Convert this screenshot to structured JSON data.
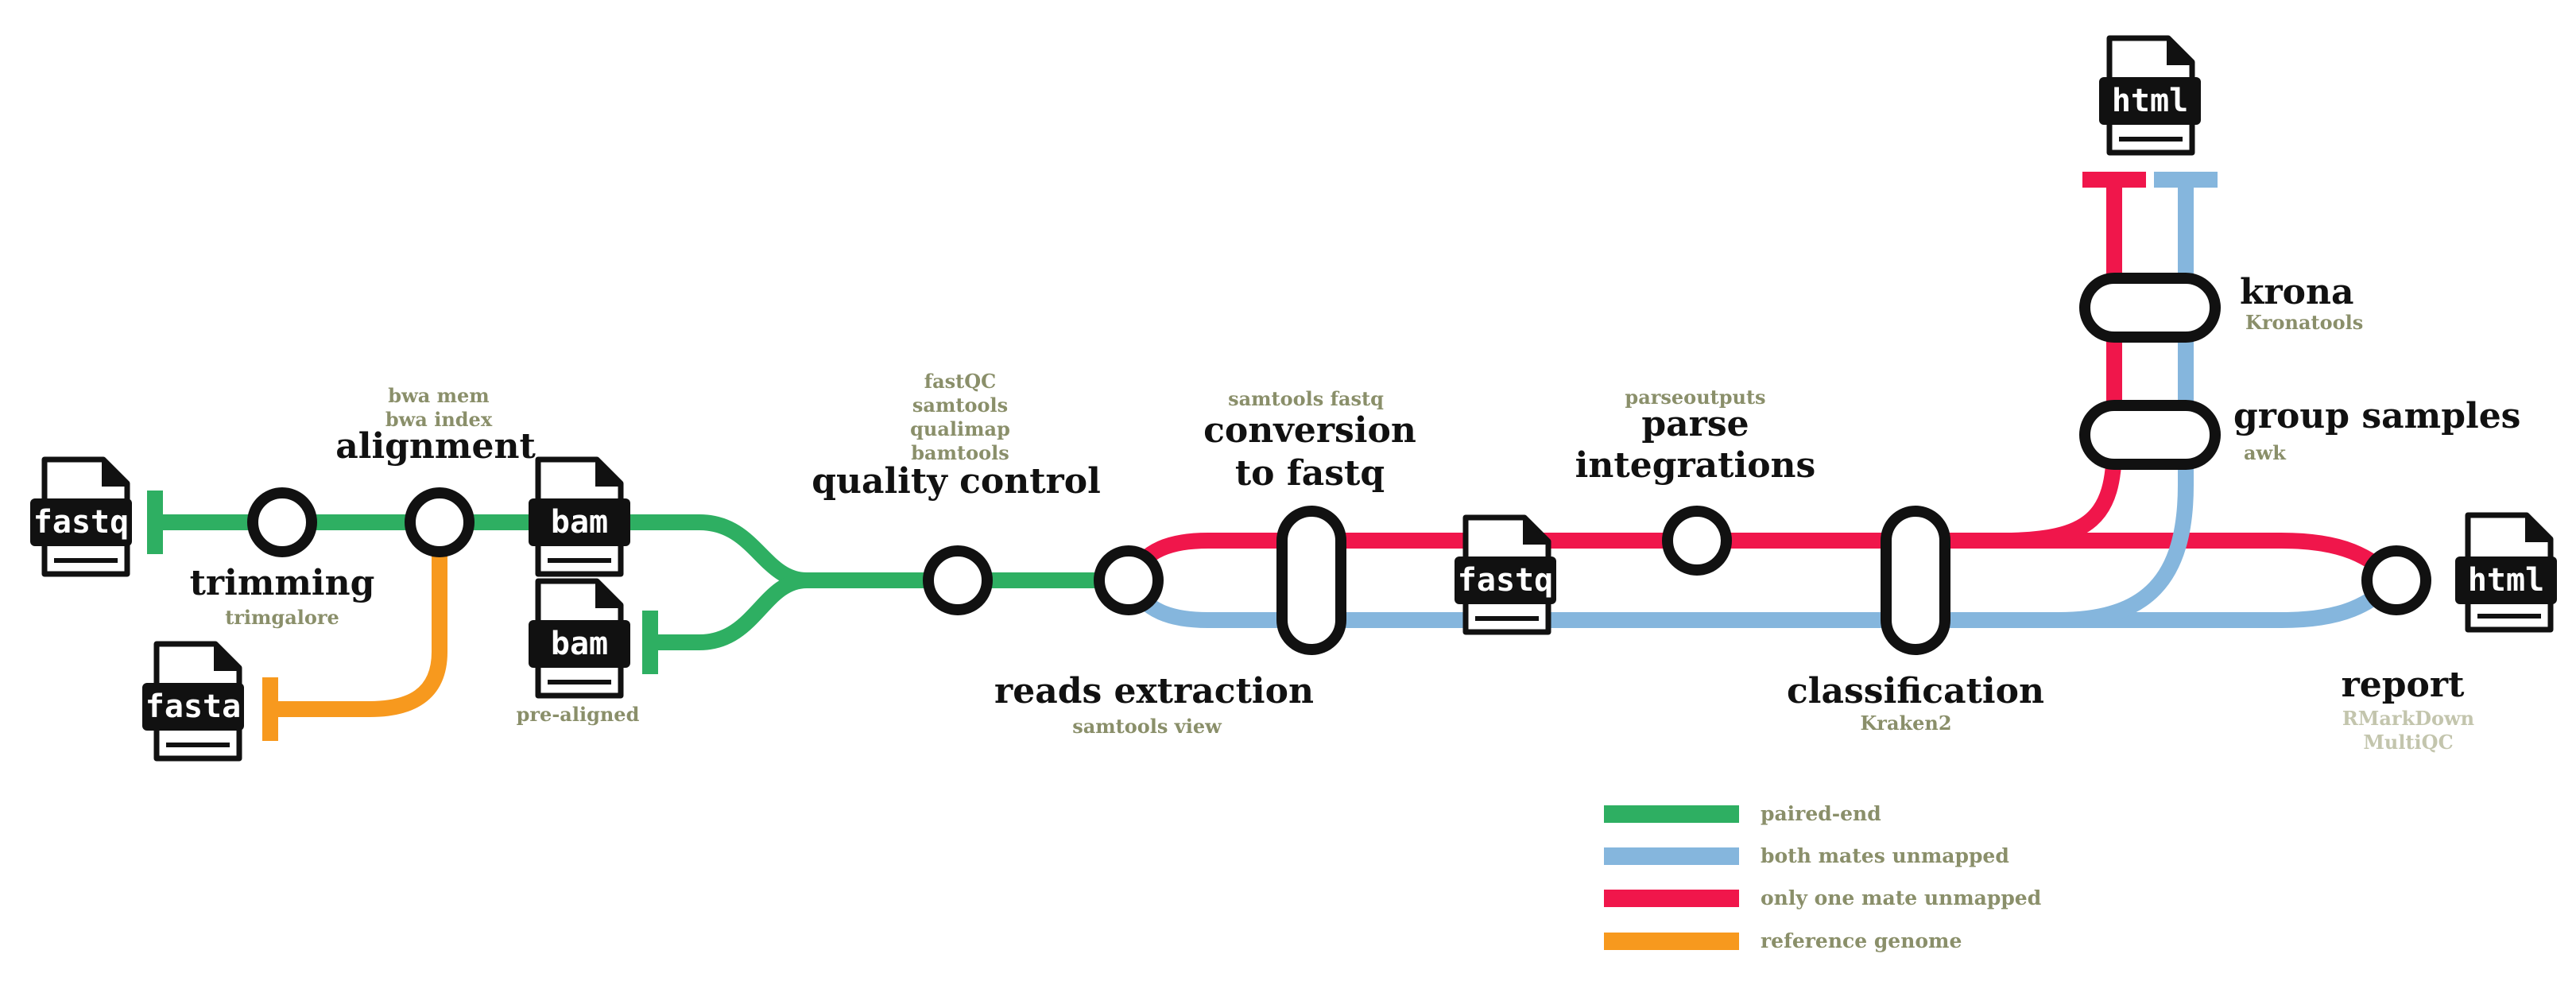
{
  "colors": {
    "paired_end": "#2eaf62",
    "both_unmapped": "#85b6dd",
    "one_unmapped": "#f0164b",
    "reference": "#f7991e",
    "text": "#111111",
    "sublabel": "#8a8f6a"
  },
  "steps": {
    "trimming": {
      "title": "trimming",
      "tool": "trimgalore"
    },
    "alignment": {
      "title": "alignment",
      "tool_1": "bwa mem",
      "tool_2": "bwa index"
    },
    "quality_control": {
      "title": "quality control",
      "tool_1": "fastQC",
      "tool_2": "samtools",
      "tool_3": "qualimap",
      "tool_4": "bamtools"
    },
    "reads_extraction": {
      "title": "reads extraction",
      "tool": "samtools view"
    },
    "conversion": {
      "title_1": "conversion",
      "title_2": "to fastq",
      "tool": "samtools fastq"
    },
    "parse": {
      "title_1": "parse",
      "title_2": "integrations",
      "tool": "parseoutputs"
    },
    "classification": {
      "title": "classification",
      "tool": "Kraken2"
    },
    "group_samples": {
      "title": "group samples",
      "tool": "awk"
    },
    "krona": {
      "title": "krona",
      "tool": "Kronatools"
    },
    "report": {
      "title": "report",
      "tool_1": "RMarkDown",
      "tool_2": "MultiQC"
    }
  },
  "files": {
    "fastq_input": "fastq",
    "fasta": "fasta",
    "bam_aligned": "bam",
    "bam_prealigned": "bam",
    "fastq_converted": "fastq",
    "html_krona": "html",
    "html_report": "html"
  },
  "prealigned_label": "pre-aligned",
  "legend": [
    {
      "label": "paired-end",
      "color": "#2eaf62"
    },
    {
      "label": "both mates unmapped",
      "color": "#85b6dd"
    },
    {
      "label": "only one mate unmapped",
      "color": "#f0164b"
    },
    {
      "label": "reference genome",
      "color": "#f7991e"
    }
  ]
}
